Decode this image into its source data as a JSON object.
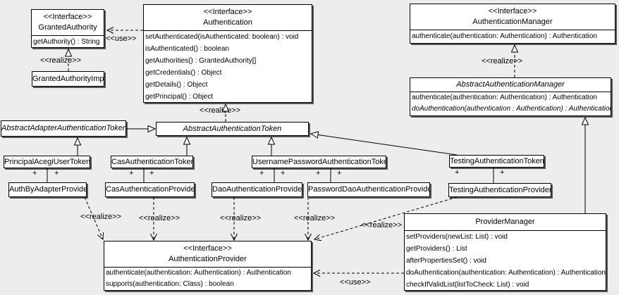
{
  "labels": {
    "use": "<<use>>",
    "realize": "<<realize>>",
    "plus": "+"
  },
  "colors": {
    "background": "#ededed",
    "box_fill": "#ffffff",
    "line": "#000000",
    "shadow": "#555555"
  },
  "classes": {
    "granted_authority": {
      "stereotype": "<<Interface>>",
      "name": "GrantedAuthority",
      "methods": [
        "getAuthority() : String"
      ]
    },
    "granted_authority_impl": {
      "name": "GrantedAuthorityImpl"
    },
    "authentication": {
      "stereotype": "<<Interface>>",
      "name": "Authentication",
      "methods": [
        "setAuthenticated(isAuthenticated: boolean) : void",
        "isAuthenticated() : boolean",
        "getAuthorities() : GrantedAuthority[]",
        "getCredentials() : Object",
        "getDetails() : Object",
        "getPrincipal() : Object"
      ]
    },
    "authentication_manager": {
      "stereotype": "<<Interface>>",
      "name": "AuthenticationManager",
      "methods": [
        "authenticate(authentication: Authentication) : Authentication"
      ]
    },
    "abstract_authentication_manager": {
      "name": "AbstractAuthenticationManager",
      "methods": [
        "authenticate(authentication: Authentication) : Authentication",
        "doAuthentication(authentication : Authentication) : Authentication"
      ]
    },
    "abstract_adapter_authentication_token": {
      "name": "AbstractAdapterAuthenticationToken"
    },
    "abstract_authentication_token": {
      "name": "AbstractAuthenticationToken"
    },
    "principal_acegi_user_token": {
      "name": "PrincipalAcegiUserToken"
    },
    "cas_authentication_token": {
      "name": "CasAuthenticationToken"
    },
    "username_password_authentication_token": {
      "name": "UsernamePasswordAuthenticationToken"
    },
    "testing_authentication_token": {
      "name": "TestingAuthenticationToken"
    },
    "auth_by_adapter_provider": {
      "name": "AuthByAdapterProvider"
    },
    "cas_authentication_provider": {
      "name": "CasAuthenticationProvider"
    },
    "dao_authentication_provider": {
      "name": "DaoAuthenticationProvider"
    },
    "password_dao_authentication_provider": {
      "name": "PasswordDaoAuthenticationProvider"
    },
    "testing_authentication_provider": {
      "name": "TestingAuthenticationProvider"
    },
    "authentication_provider": {
      "stereotype": "<<Interface>>",
      "name": "AuthenticationProvider",
      "methods": [
        "authenticate(authentication: Authentication) : Authentication",
        "supports(authentication: Class) : boolean"
      ]
    },
    "provider_manager": {
      "name": "ProviderManager",
      "methods": [
        "setProviders(newList: List) : void",
        "getProviders() : List",
        "afterPropertiesSet() : void",
        "doAuthentication(authentication: Authentication) : Authentication",
        "checkIfValidList(listToCheck: List) : void"
      ]
    }
  }
}
